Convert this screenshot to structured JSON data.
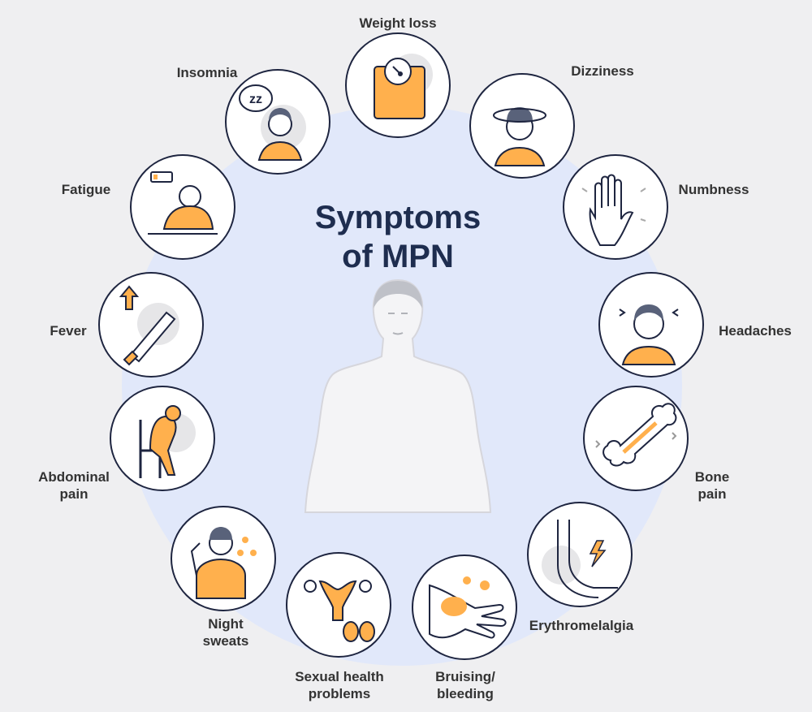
{
  "title": {
    "line1": "Symptoms",
    "line2": "of MPN"
  },
  "colors": {
    "accent": "#ffb04d",
    "outline": "#1e2540",
    "background": "#efeff1",
    "circle": "#e1e8fa"
  },
  "symptoms": [
    {
      "label": "Weight loss",
      "icon": "scale-icon"
    },
    {
      "label": "Insomnia",
      "icon": "sleepless-person-icon"
    },
    {
      "label": "Dizziness",
      "icon": "dizzy-person-icon"
    },
    {
      "label": "Fatigue",
      "icon": "tired-person-icon"
    },
    {
      "label": "Numbness",
      "icon": "hand-icon"
    },
    {
      "label": "Fever",
      "icon": "thermometer-icon"
    },
    {
      "label": "Headaches",
      "icon": "headache-person-icon"
    },
    {
      "label": "Abdominal pain",
      "icon": "sitting-person-icon"
    },
    {
      "label": "Bone pain",
      "icon": "bone-icon"
    },
    {
      "label": "Night sweats",
      "icon": "sweating-person-icon"
    },
    {
      "label": "Erythromelalgia",
      "icon": "foot-icon"
    },
    {
      "label": "Sexual health problems",
      "icon": "reproductive-organs-icon"
    },
    {
      "label": "Bruising/ bleeding",
      "icon": "bruised-hand-icon"
    }
  ]
}
